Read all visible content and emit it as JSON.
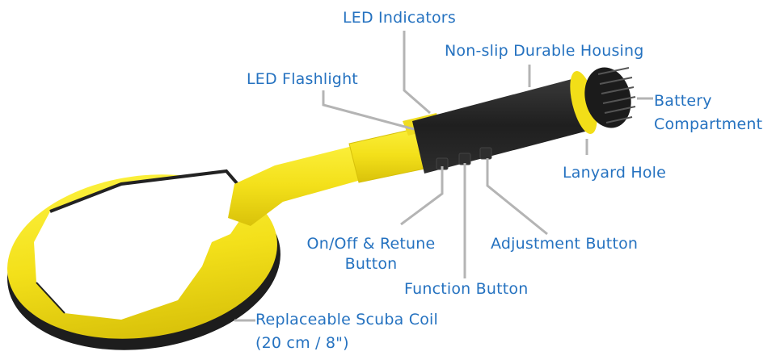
{
  "diagram": {
    "subject": "Pinpointer metal detector",
    "colors": {
      "label_text": "#2572c0",
      "leader_line": "#b4b4b4",
      "body_yellow": "#f4e41c",
      "body_black": "#222222"
    },
    "labels": {
      "led_indicators": "LED Indicators",
      "non_slip_housing": "Non-slip Durable Housing",
      "led_flashlight": "LED Flashlight",
      "battery_line1": "Battery",
      "battery_line2": "Compartment",
      "lanyard_hole": "Lanyard Hole",
      "onoff_line1": "On/Off & Retune",
      "onoff_line2": "Button",
      "adjustment_button": "Adjustment Button",
      "function_button": "Function Button",
      "coil_line1": "Replaceable Scuba Coil",
      "coil_line2": "(20 cm / 8\")"
    }
  }
}
